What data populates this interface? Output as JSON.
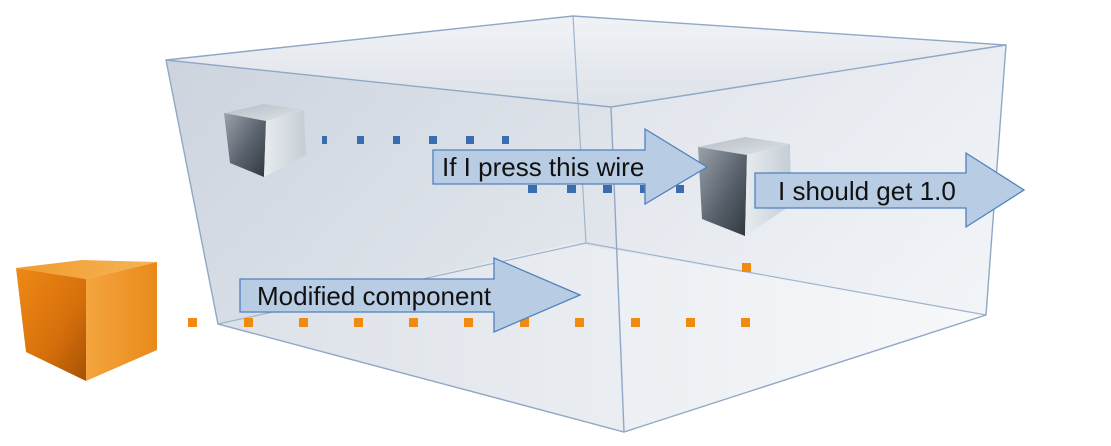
{
  "diagram": {
    "arrows": {
      "press_wire": {
        "label": "If I press this wire"
      },
      "output": {
        "label": "I should get 1.0"
      },
      "modified": {
        "label": "Modified component"
      }
    },
    "shapes": {
      "outer_box": "container-box",
      "inner_cube_top": "gray-cube",
      "inner_cube_right": "gray-cube",
      "outer_cube": "orange-cube"
    },
    "colors": {
      "box_face": "#d5dbe3",
      "box_edge": "#8fa8c6",
      "arrow_fill": "#b8cce4",
      "arrow_stroke": "#4f81bd",
      "blue_wire": "#3a6db0",
      "orange_wire": "#f08a10",
      "orange_cube": "#f28c16"
    }
  }
}
